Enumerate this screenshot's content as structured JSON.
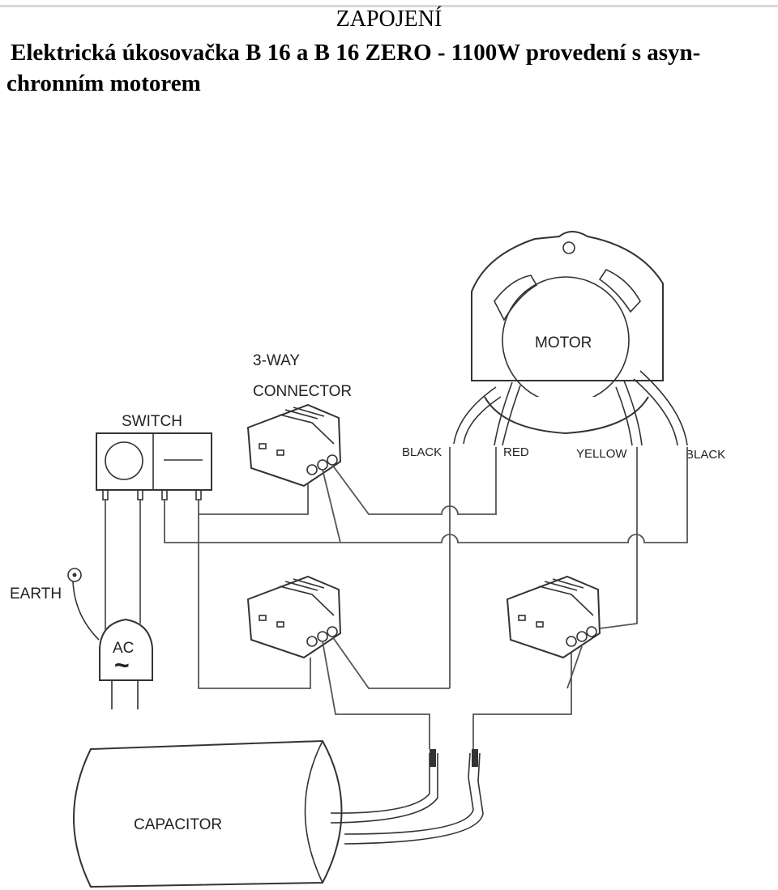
{
  "header": {
    "heading": "ZAPOJENÍ",
    "title_line1": "Elektrická úkosovačka B 16 a B 16 ZERO - 1100W provedení s asyn-",
    "title_line2": "chronním motorem"
  },
  "labels": {
    "motor": "MOTOR",
    "connector_line1": "3-WAY",
    "connector_line2": "CONNECTOR",
    "switch": "SWITCH",
    "wire_black_left": "BLACK",
    "wire_red": "RED",
    "wire_yellow": "YELLOW",
    "wire_black_right": "BLACK",
    "earth": "EARTH",
    "ac": "AC",
    "ac_symbol": "~",
    "capacitor": "CAPACITOR"
  }
}
